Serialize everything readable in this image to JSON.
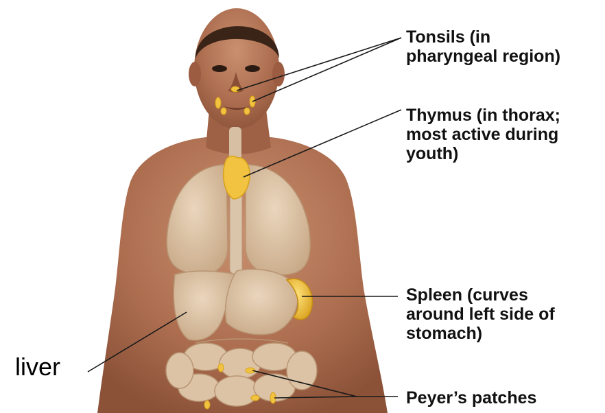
{
  "labels": {
    "tonsils": "Tonsils (in\npharyngeal region)",
    "thymus": "Thymus (in thorax;\nmost active during\nyouth)",
    "spleen": "Spleen (curves\naround left side of\nstomach)",
    "peyers": "Peyer’s patches",
    "liver": "liver"
  },
  "colors": {
    "skin": "#a9694e",
    "skin_light": "#c58a6a",
    "organ": "#dcc3a5",
    "organ_shade": "#c9ab8a",
    "lymphoid": "#f2c341",
    "lymphoid_dark": "#d7a21a",
    "leader": "#1a1a1a"
  }
}
